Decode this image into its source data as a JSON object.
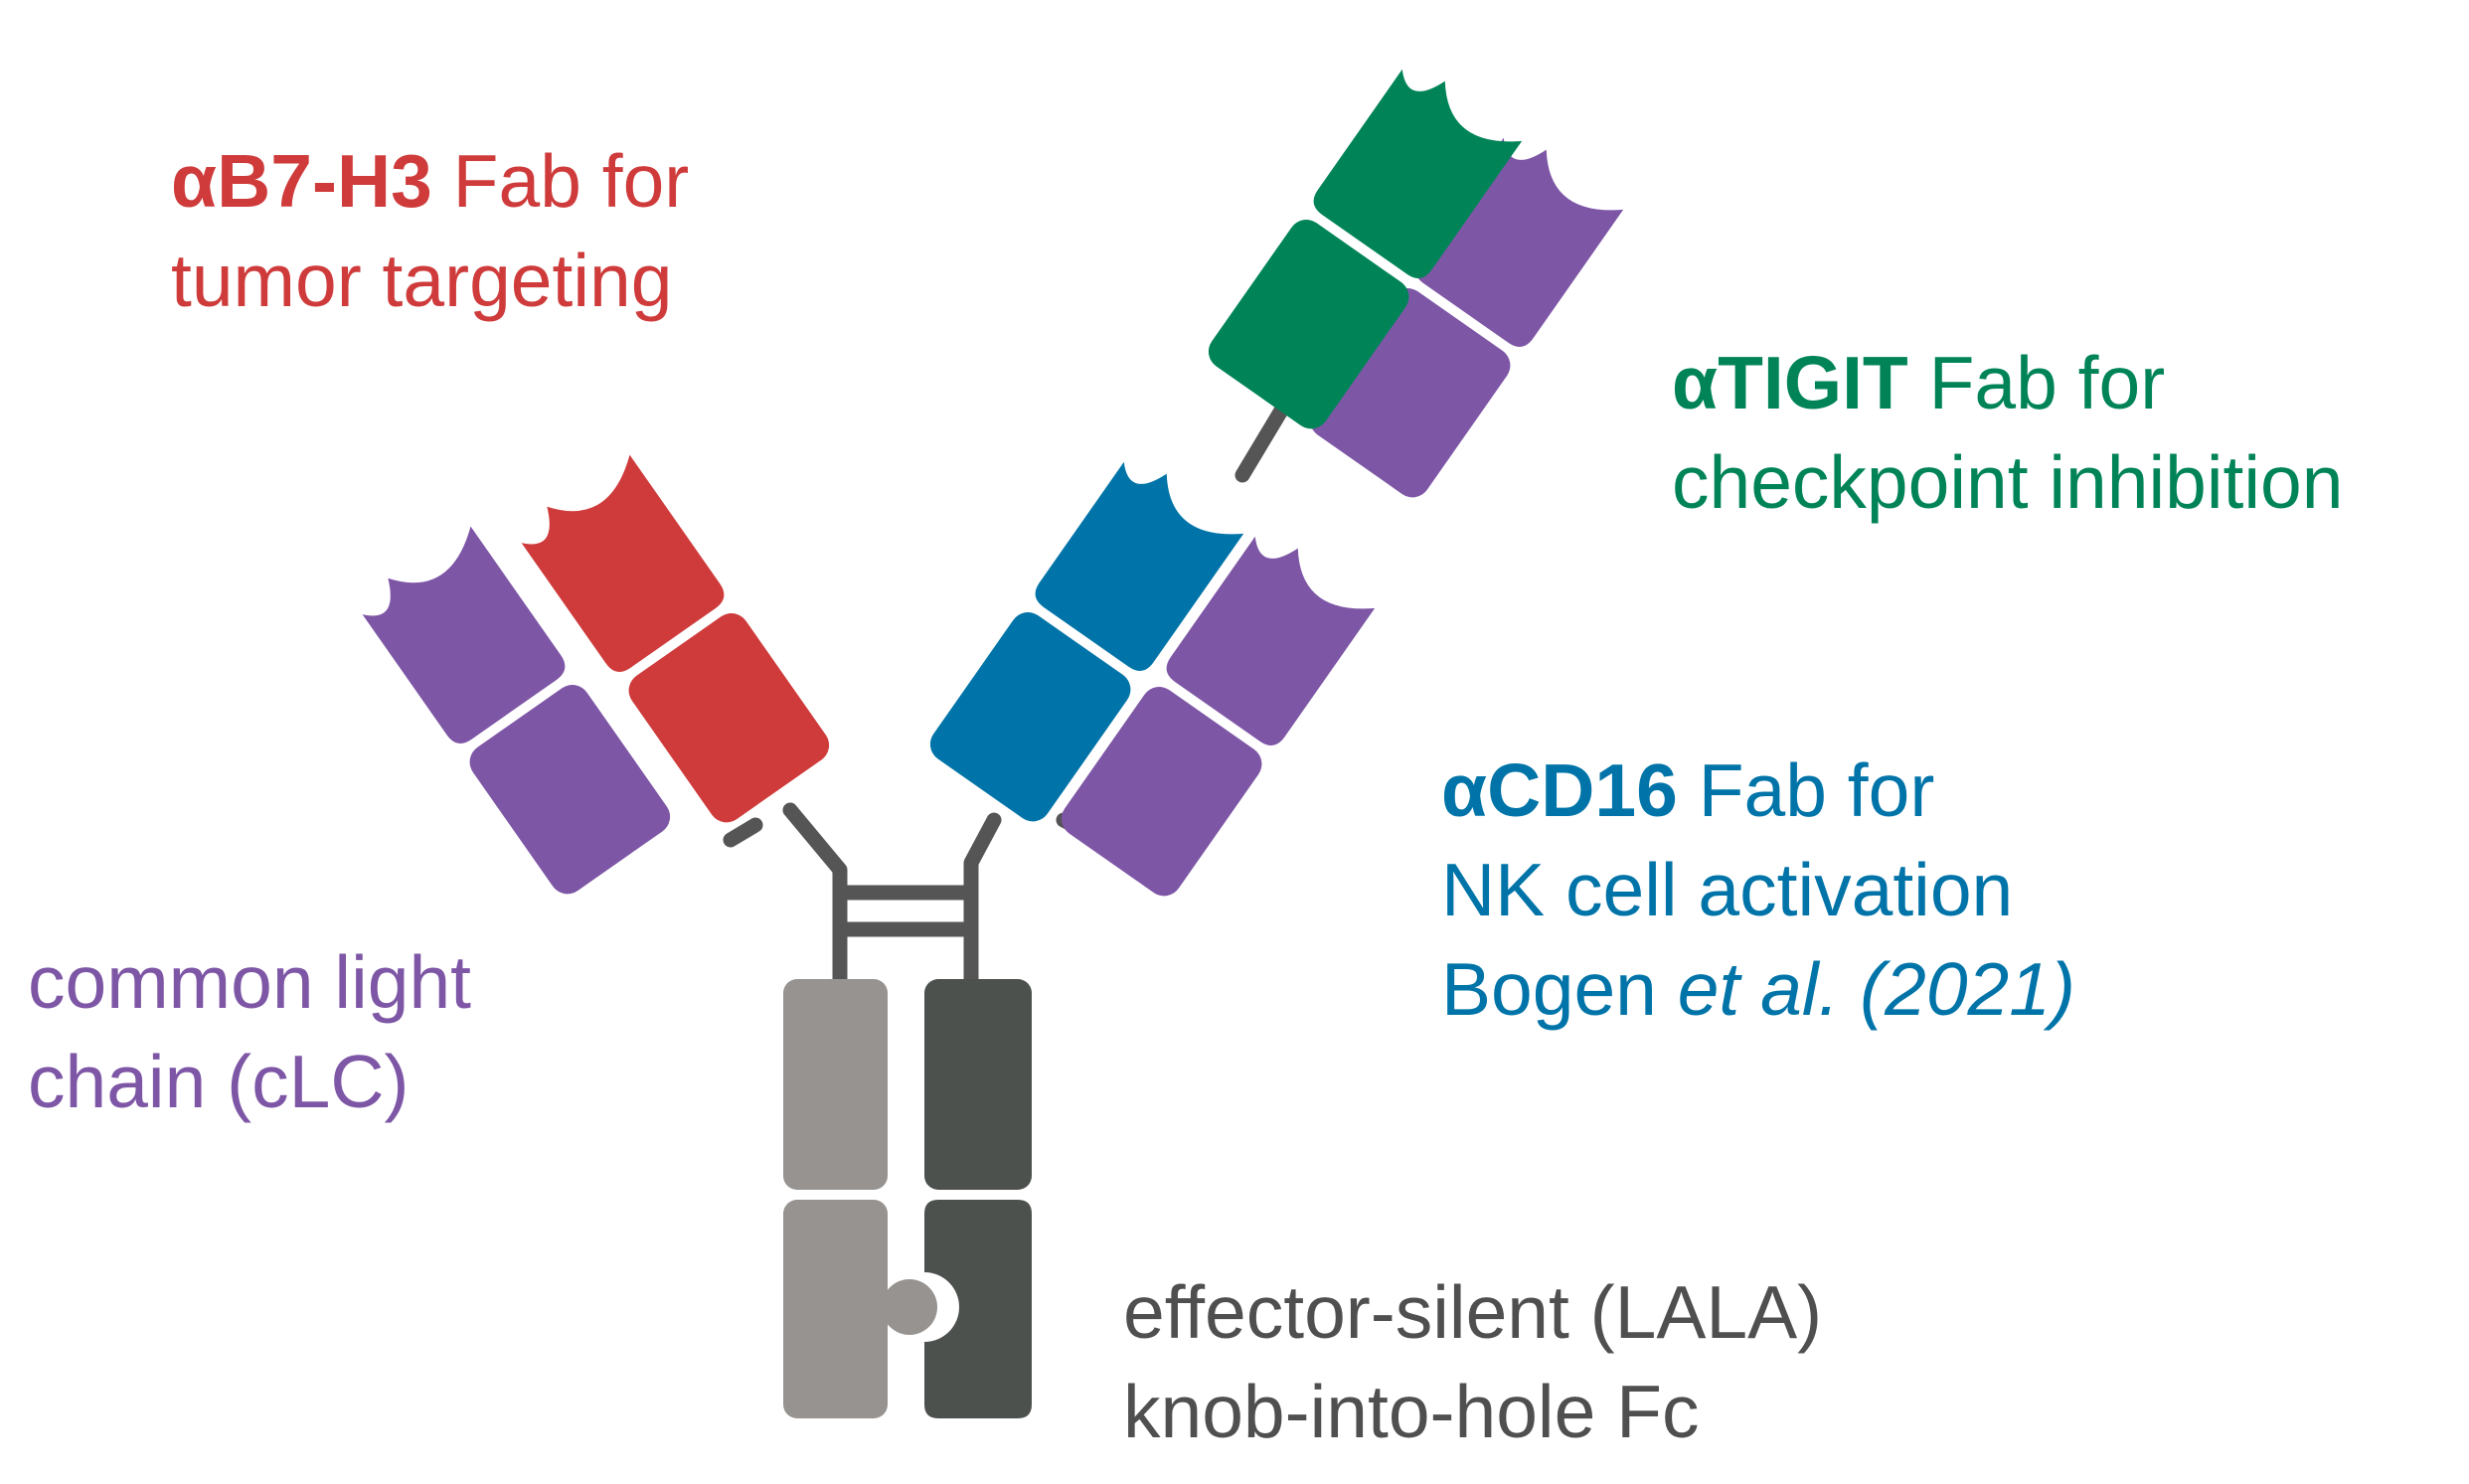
{
  "colors": {
    "red": "#cf3b3b",
    "green": "#008457",
    "blue": "#0074a8",
    "purple": "#7e56a6",
    "fc_light": "#969390",
    "fc_dark": "#4d514e",
    "hinge": "#555555",
    "text_gray": "#4f4f4f"
  },
  "labels": {
    "b7h3": {
      "target": "αB7-H3",
      "suffix": " Fab for",
      "line2": "tumor targeting"
    },
    "tigit": {
      "target": "αTIGIT",
      "suffix": " Fab for",
      "line2": "checkpoint inhibition"
    },
    "cd16": {
      "target": "αCD16",
      "suffix": " Fab for",
      "line2": "NK cell activation",
      "ref_author": "Bogen ",
      "ref_etal": "et al. (2021)"
    },
    "clc": {
      "line1": "common light",
      "line2": "chain (cLC)"
    },
    "fc": {
      "line1": "effector-silent (LALA)",
      "line2": "knob-into-hole Fc"
    }
  }
}
